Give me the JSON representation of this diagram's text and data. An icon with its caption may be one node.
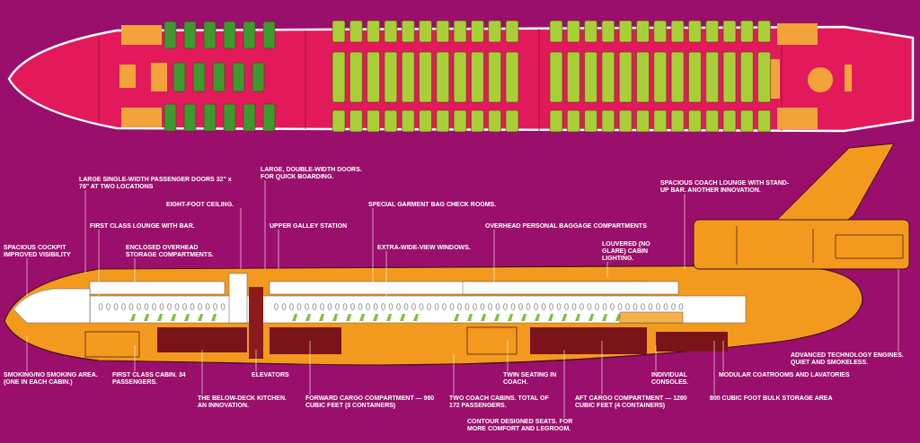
{
  "diagram": {
    "nodes": [
      {
        "text": [
          "SPACIOUS COCKPIT IMPROVED VISIBILITY"
        ]
      },
      {
        "text": [
          "LARGE SINGLE-WIDTH PASSENGER DOORS 32\" x 76\" AT TWO LOCATIONS"
        ]
      },
      {
        "text": [
          "FIRST CLASS LOUNGE WITH BAR."
        ]
      },
      {
        "text": [
          "ENCLOSED OVERHEAD STORAGE COMPARTMENTS."
        ]
      },
      {
        "text": [
          "EIGHT-FOOT CEILING."
        ]
      },
      {
        "text": [
          "LARGE, DOUBLE-WIDTH DOORS. FOR QUICK BOARDING."
        ]
      },
      {
        "text": [
          "SPECIAL GARMENT BAG CHECK ROOMS."
        ]
      },
      {
        "text": [
          "UPPER GALLEY STATION"
        ]
      },
      {
        "text": [
          "EXTRA-WIDE-VIEW WINDOWS."
        ]
      },
      {
        "text": [
          "OVERHEAD PERSONAL BAGGAGE COMPARTMENTS"
        ]
      },
      {
        "text": [
          "SPACIOUS COACH LOUNGE WITH STAND-UP BAR. ANOTHER INNOVATION."
        ]
      },
      {
        "text": [
          "LOUVERED (NO GLARE) CABIN LIGHTING."
        ]
      },
      {
        "text": [
          "SMOKING/NO SMOKING AREA. (ONE IN EACH CABIN.)"
        ]
      },
      {
        "text": [
          "FIRST CLASS CABIN. 34 PASSENGERS."
        ]
      },
      {
        "text": [
          "THE BELOW-DECK KITCHEN. AN INNOVATION."
        ]
      },
      {
        "text": [
          "ELEVATORS"
        ]
      },
      {
        "text": [
          "FORWARD CARGO COMPARTMENT — 960 CUBIC FEET (3 CONTAINERS)"
        ]
      },
      {
        "text": [
          "TWO COACH CABINS. TOTAL OF 172 PASSENGERS."
        ]
      },
      {
        "text": [
          "TWIN SEATING IN COACH."
        ]
      },
      {
        "text": [
          "CONTOUR DESIGNED SEATS. FOR MORE COMFORT AND LEGROOM."
        ]
      },
      {
        "text": [
          "AFT CARGO COMPARTMENT — 1260 CUBIC FEET (4 CONTAINERS)"
        ]
      },
      {
        "text": [
          "INDIVIDUAL CONSOLES."
        ]
      },
      {
        "text": [
          "800 CUBIC FOOT BULK STORAGE AREA"
        ]
      },
      {
        "text": [
          "MODULAR COATROOMS AND LAVATORIES"
        ]
      },
      {
        "text": [
          "ADVANCED TECHNOLOGY ENGINES. QUIET AND SMOKELESS."
        ]
      }
    ],
    "edges": [
      {
        "from": 0,
        "to": null,
        "arrow": "none"
      },
      {
        "from": 1,
        "to": null,
        "arrow": "none"
      },
      {
        "from": 2,
        "to": null,
        "arrow": "none"
      },
      {
        "from": 3,
        "to": null,
        "arrow": "none"
      },
      {
        "from": 4,
        "to": null,
        "arrow": "none"
      },
      {
        "from": 5,
        "to": null,
        "arrow": "none"
      },
      {
        "from": 6,
        "to": null,
        "arrow": "none"
      },
      {
        "from": 7,
        "to": null,
        "arrow": "none"
      },
      {
        "from": 8,
        "to": null,
        "arrow": "none"
      },
      {
        "from": 9,
        "to": null,
        "arrow": "none"
      },
      {
        "from": 10,
        "to": null,
        "arrow": "none"
      },
      {
        "from": 11,
        "to": null,
        "arrow": "none"
      },
      {
        "from": 12,
        "to": null,
        "arrow": "none"
      },
      {
        "from": 13,
        "to": null,
        "arrow": "none"
      },
      {
        "from": 14,
        "to": null,
        "arrow": "none"
      },
      {
        "from": 15,
        "to": null,
        "arrow": "none"
      },
      {
        "from": 16,
        "to": null,
        "arrow": "none"
      },
      {
        "from": 17,
        "to": null,
        "arrow": "none"
      },
      {
        "from": 18,
        "to": null,
        "arrow": "none"
      },
      {
        "from": 19,
        "to": null,
        "arrow": "none"
      },
      {
        "from": 20,
        "to": null,
        "arrow": "none"
      },
      {
        "from": 21,
        "to": null,
        "arrow": "none"
      },
      {
        "from": 22,
        "to": null,
        "arrow": "none"
      },
      {
        "from": 23,
        "to": null,
        "arrow": "none"
      },
      {
        "from": 24,
        "to": null,
        "arrow": "none"
      }
    ]
  }
}
